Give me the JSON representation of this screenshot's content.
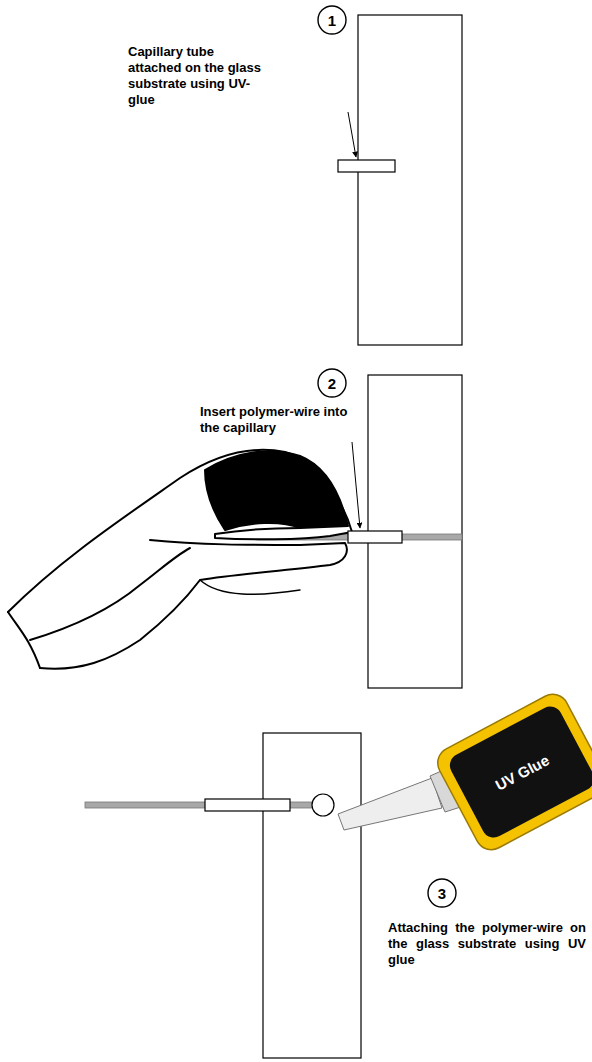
{
  "diagram": {
    "nodes": [
      {
        "text": [
          "1"
        ]
      },
      {
        "text": [
          "2"
        ]
      },
      {
        "text": [
          "UV Glue"
        ]
      },
      {
        "text": [
          "3"
        ]
      }
    ],
    "labels": [
      "Capillary tube attached on the glass substrate using UV-glue",
      "Insert polymer-wire into the capillary",
      "Attaching the polymer-wire on the glass substrate using UV glue"
    ]
  }
}
